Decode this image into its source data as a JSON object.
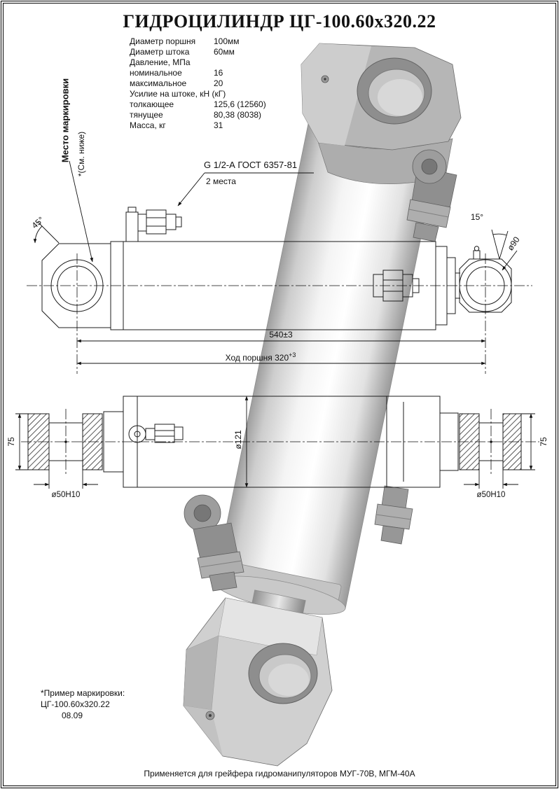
{
  "title": "ГИДРОЦИЛИНДР ЦГ-100.60х320.22",
  "specs": {
    "rows": [
      {
        "label": "Диаметр поршня",
        "value": "100мм"
      },
      {
        "label": "Диаметр штока",
        "value": "60мм"
      },
      {
        "label": "Давление, МПа",
        "value": ""
      },
      {
        "label": "номинальное",
        "value": "16"
      },
      {
        "label": "максимальное",
        "value": "20"
      },
      {
        "label": "Усилие на штоке, кН (кГ)",
        "value": ""
      },
      {
        "label": "толкающее",
        "value": "125,6 (12560)"
      },
      {
        "label": "тянущее",
        "value": "80,38 (8038)"
      },
      {
        "label": "Масса, кг",
        "value": "31"
      }
    ]
  },
  "annotations": {
    "marking_place": "Место маркировки",
    "see_below": "*(См. ниже)",
    "thread": "G 1/2-А ГОСТ 6357-81",
    "places": "2 места",
    "angle_45": "45°",
    "angle_15": "15°",
    "dia_90": "ø90",
    "overall_length": "540±3",
    "stroke_label": "Ход поршня 320",
    "stroke_tol": "+3",
    "dia_121": "ø121",
    "width_75_left": "75",
    "width_75_right": "75",
    "pin_dia_left": "ø50Н10",
    "pin_dia_right": "ø50Н10"
  },
  "marking_example": {
    "line1": "*Пример маркировки:",
    "line2": "ЦГ-100.60х320.22",
    "line3": "08.09"
  },
  "footer": "Применяется для грейфера гидроманипуляторов МУГ-70В, МГМ-40А"
}
